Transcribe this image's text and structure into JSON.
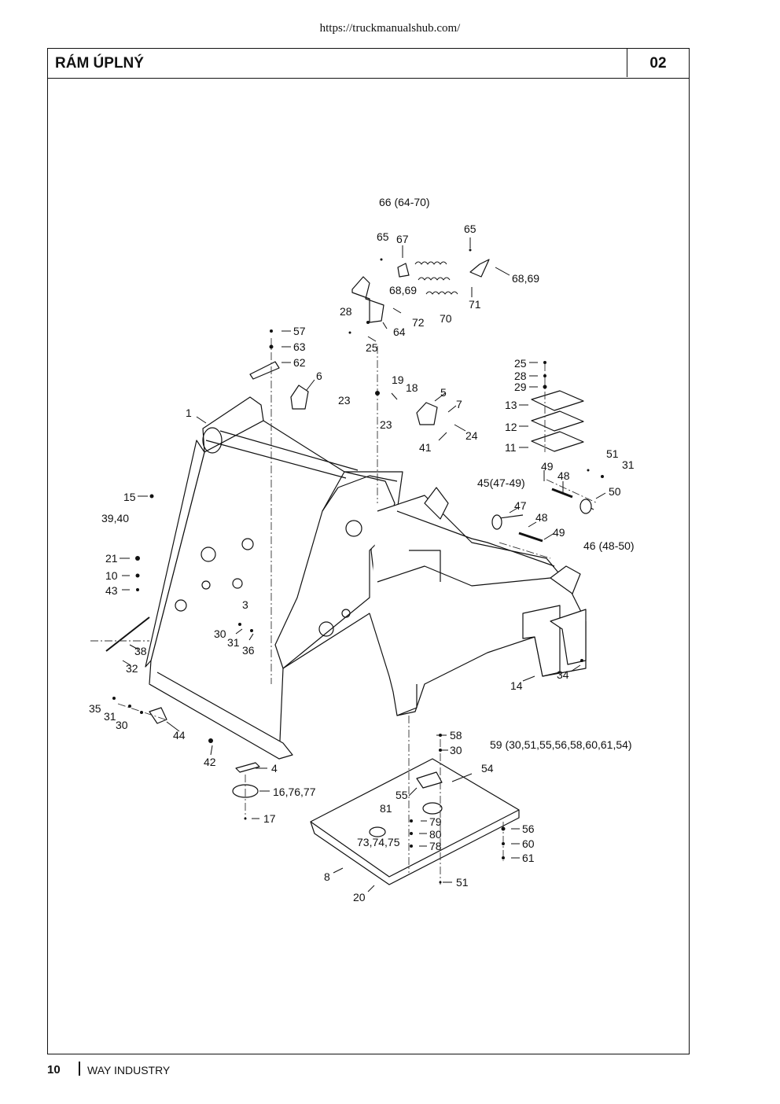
{
  "url": "https://truckmanualshub.com/",
  "header": {
    "title": "RÁM ÚPLNÝ",
    "section": "02"
  },
  "footer": {
    "page": "10",
    "brand": "WAY INDUSTRY"
  },
  "callouts": [
    "66 (64-70)",
    "65",
    "67",
    "65",
    "68,69",
    "68,69",
    "71",
    "70",
    "28",
    "72",
    "64",
    "25",
    "57",
    "63",
    "62",
    "6",
    "1",
    "19",
    "18",
    "23",
    "5",
    "7",
    "23",
    "24",
    "41",
    "25",
    "28",
    "29",
    "13",
    "12",
    "11",
    "51",
    "31",
    "49",
    "48",
    "45(47-49)",
    "50",
    "47",
    "48",
    "49",
    "46 (48-50)",
    "15",
    "39,40",
    "21",
    "10",
    "43",
    "3",
    "30",
    "31",
    "36",
    "38",
    "32",
    "14",
    "34",
    "35",
    "31",
    "30",
    "44",
    "42",
    "58",
    "30",
    "59 (30,51,55,56,58,60,61,54)",
    "54",
    "4",
    "16,76,77",
    "55",
    "81",
    "79",
    "80",
    "73,74,75",
    "78",
    "17",
    "56",
    "60",
    "61",
    "8",
    "51",
    "20"
  ]
}
